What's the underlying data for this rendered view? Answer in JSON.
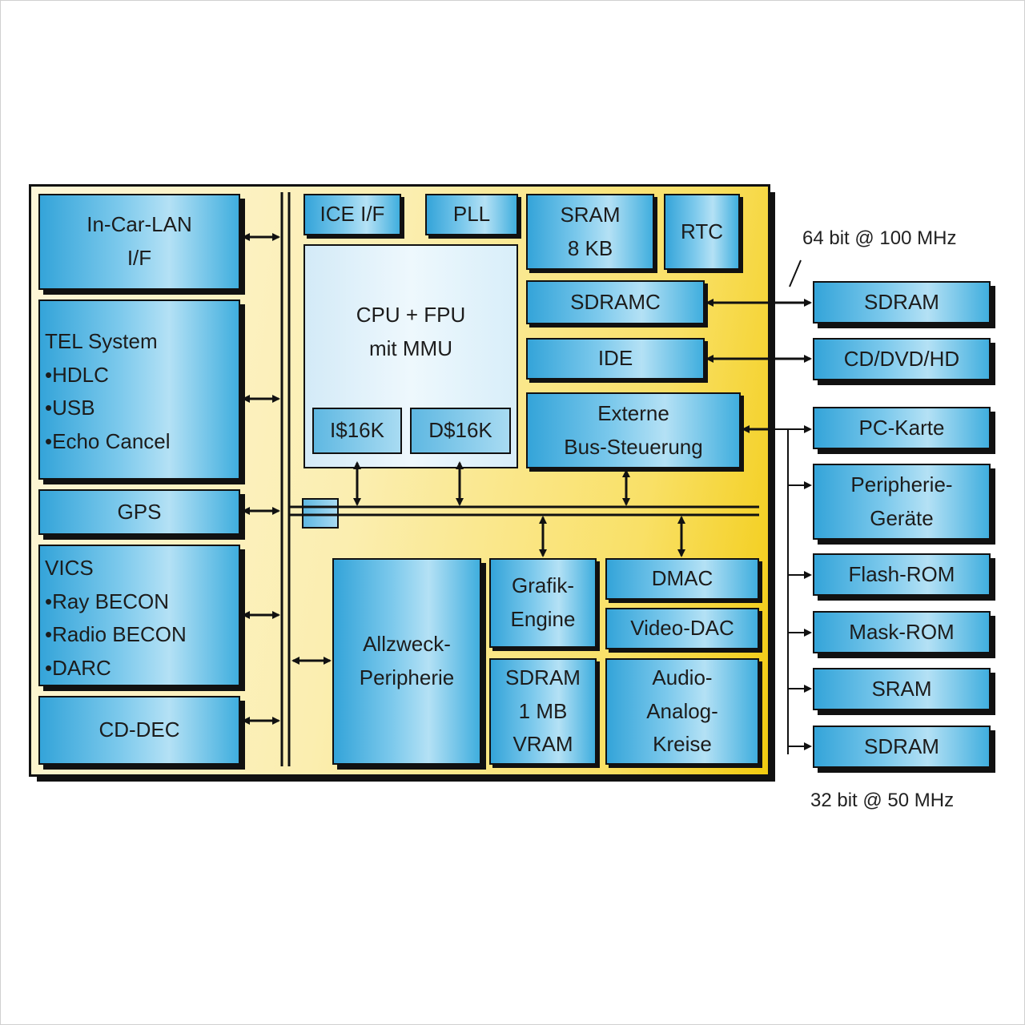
{
  "chip_blocks": {
    "in_car_lan": "In-Car-LAN\nI/F",
    "tel_system": "TEL System\n•HDLC\n•USB\n•Echo Cancel",
    "gps": "GPS",
    "vics": "VICS\n•Ray BECON\n•Radio BECON\n•DARC",
    "cd_dec": "CD-DEC",
    "ice_if": "ICE I/F",
    "pll": "PLL",
    "sram_8kb": "SRAM\n8 KB",
    "rtc": "RTC",
    "cpu_fpu": "CPU + FPU\nmit MMU",
    "icache": "I$16K",
    "dcache": "D$16K",
    "sdramc": "SDRAMC",
    "ide": "IDE",
    "ext_bus": "Externe\nBus-Steuerung",
    "allzweck": "Allzweck-\nPeripherie",
    "grafik": "Grafik-\nEngine",
    "dmac": "DMAC",
    "video_dac": "Video-DAC",
    "vram": "SDRAM\n1 MB\nVRAM",
    "audio": "Audio-\nAnalog-\nKreise"
  },
  "external_blocks": {
    "sdram_top": "SDRAM",
    "cd_dvd_hd": "CD/DVD/HD",
    "pc_karte": "PC-Karte",
    "peripherie_geraete": "Peripherie-\nGeräte",
    "flash_rom": "Flash-ROM",
    "mask_rom": "Mask-ROM",
    "sram_ext": "SRAM",
    "sdram_bottom": "SDRAM"
  },
  "labels": {
    "bus_64": "64 bit @ 100 MHz",
    "bus_32": "32 bit @ 50 MHz"
  },
  "colors": {
    "block_fill": "#6cc2ea",
    "chip_fill": "#f9e066",
    "line": "#111111"
  }
}
